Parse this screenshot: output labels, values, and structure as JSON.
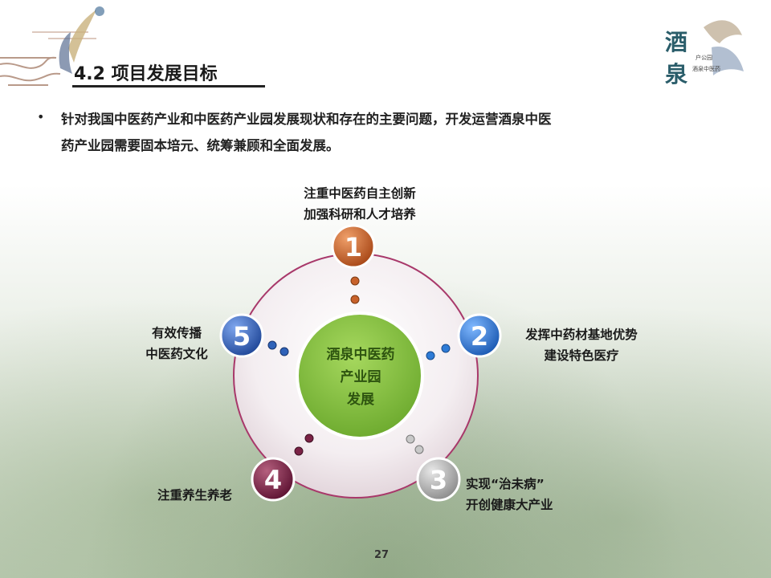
{
  "header": {
    "title": "4.2 项目发展目标",
    "logo_text": "酒泉"
  },
  "intro": {
    "bullet": "•",
    "line1": "针对我国中医药产业和中医药产业园发展现状和存在的主要问题，开发运营酒泉中医",
    "line2": "药产业园需要固本培元、统筹兼顾和全面发展。"
  },
  "diagram": {
    "center": {
      "line1": "酒泉中医药",
      "line2": "产业园",
      "line3": "发展",
      "color": "#7cbb3a"
    },
    "nodes": [
      {
        "number": "1",
        "line1": "注重中医药自主创新",
        "line2": "加强科研和人才培养",
        "color": "#c8612a"
      },
      {
        "number": "2",
        "line1": "发挥中药材基地优势",
        "line2": "建设特色医疗",
        "color": "#2e7bd6"
      },
      {
        "number": "3",
        "line1": "实现“治未病”",
        "line2": "开创健康大产业",
        "color": "#a8a8a8"
      },
      {
        "number": "4",
        "line1": "注重养生养老",
        "line2": "",
        "color": "#7a2245"
      },
      {
        "number": "5",
        "line1": "有效传播",
        "line2": "中医药文化",
        "color": "#2f62b8"
      }
    ]
  },
  "footer": {
    "page_number": "27"
  }
}
